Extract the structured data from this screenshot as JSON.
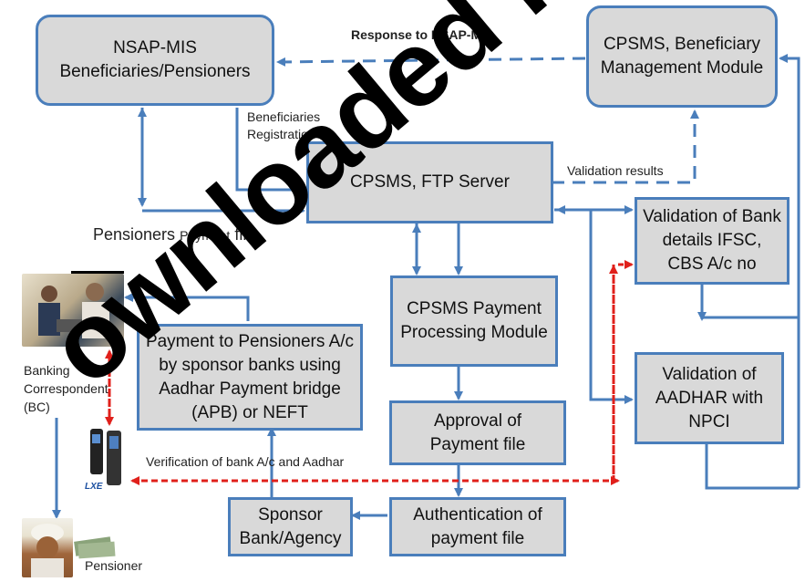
{
  "watermark": {
    "line1": "ownloaded fro",
    "line2": ""
  },
  "boxes": {
    "nsap": "NSAP-MIS Beneficiaries/Pensioners",
    "cpsms_bmm": "CPSMS, Beneficiary Management Module",
    "ftp": "CPSMS, FTP Server",
    "val_bank": "Validation of Bank details IFSC, CBS A/c no",
    "ppm": "CPSMS Payment Processing Module",
    "payment_to_pensioners": "Payment to Pensioners A/c by sponsor banks using Aadhar Payment bridge (APB) or NEFT",
    "val_aadhar": "Validation of AADHAR with NPCI",
    "approval": "Approval of Payment file",
    "sponsor": "Sponsor Bank/Agency",
    "authentication": "Authentication of payment file"
  },
  "labels": {
    "response": "Response to NSAP-MIS",
    "beneficiaries_reg_1": "Beneficiaries",
    "beneficiaries_reg_2": "Registration",
    "validation_results": "Validation results",
    "pensioners_payment_a": "Pensioners",
    "pensioners_payment_b": "Payment",
    "pensioners_payment_c": "file",
    "bc_1": "Banking",
    "bc_2": "Correspondent",
    "bc_3": "(BC)",
    "verification": "Verification of bank A/c and Aadhar",
    "device_brand": "LXE",
    "pensioner": "Pensioner"
  },
  "colors": {
    "box_fill": "#d9d9d9",
    "box_border": "#4a7ebb",
    "arrow_blue": "#4a7ebb",
    "arrow_red": "#e0201b"
  }
}
